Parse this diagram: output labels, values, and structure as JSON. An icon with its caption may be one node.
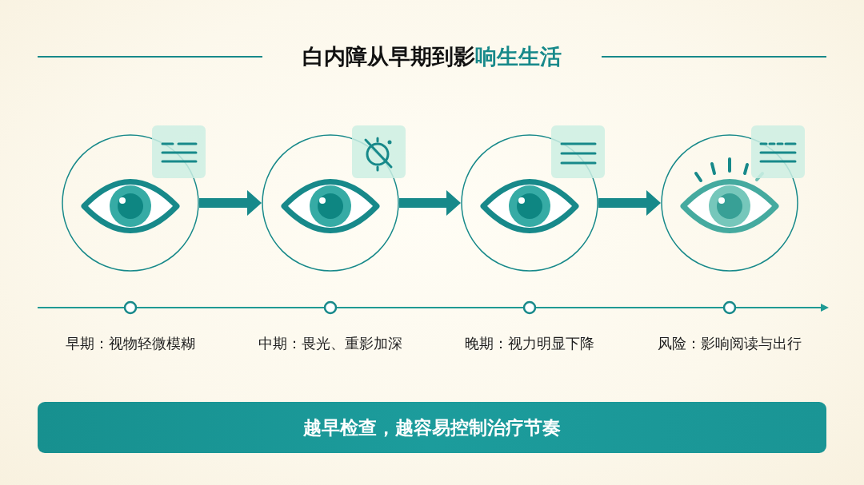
{
  "diagram": {
    "title": "白内障从早期到影响生生活",
    "nodes": [
      {
        "text": [],
        "shape": "circle"
      },
      {
        "text": [],
        "shape": "circle"
      },
      {
        "text": [],
        "shape": "circle"
      },
      {
        "text": [],
        "shape": "circle"
      },
      {
        "text": [
          "越早检查，越容易控制治疗节奏"
        ]
      }
    ],
    "edges": [
      {
        "from": 0,
        "to": 1,
        "arrow": "to"
      },
      {
        "from": 1,
        "to": 2,
        "arrow": "to"
      },
      {
        "from": 2,
        "to": 3,
        "arrow": "to"
      }
    ],
    "labels": [
      "早期：视物轻微模糊",
      "中期：畏光、重影加深",
      "晚期：视力明显下降",
      "风险：影响阅读与出行"
    ]
  }
}
